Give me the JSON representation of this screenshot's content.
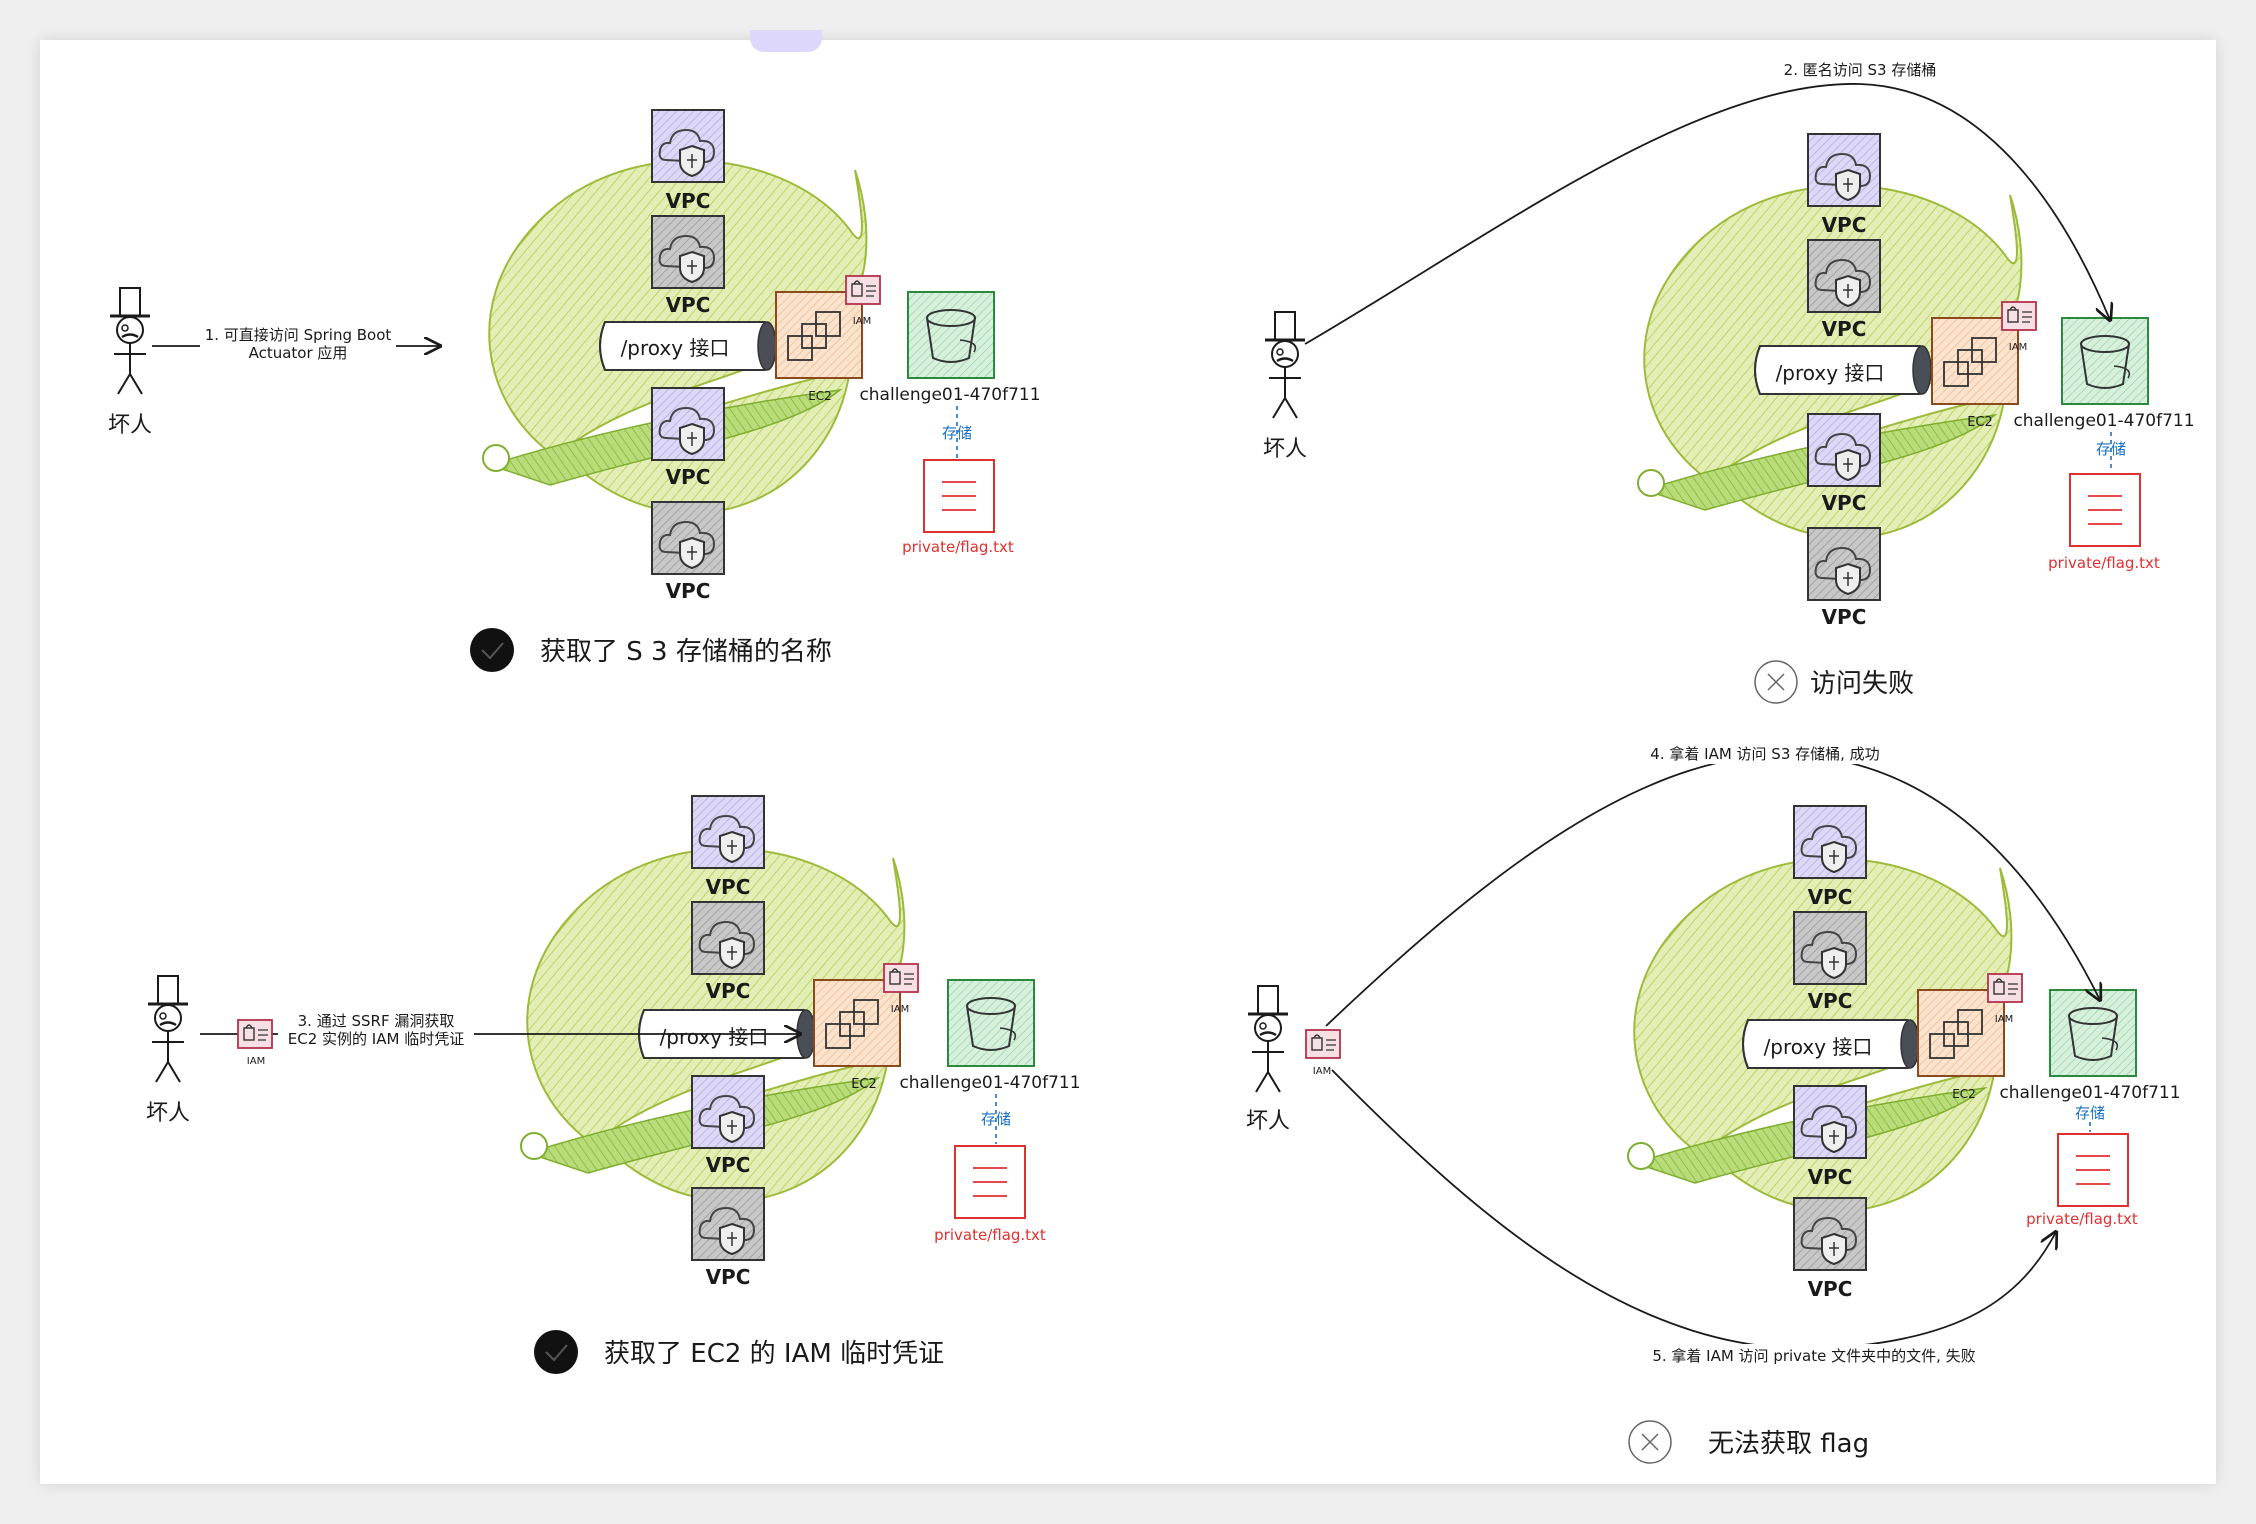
{
  "panels": [
    {
      "attacker_label": "坏人",
      "step_label_1": "1. 可直接访问 Spring Boot",
      "step_label_2": "Actuator 应用",
      "vpc_labels": [
        "VPC",
        "VPC",
        "VPC",
        "VPC"
      ],
      "proxy_label": "/proxy 接口",
      "ec2_label": "EC2",
      "iam_label": "IAM",
      "bucket_label": "challenge01-470f711",
      "storage_label": "存储",
      "file_label": "private/flag.txt",
      "result_text": "获取了 S 3 存储桶的名称",
      "result_status": "success"
    },
    {
      "attacker_label": "坏人",
      "step_label_1": "2. 匿名访问 S3 存储桶",
      "vpc_labels": [
        "VPC",
        "VPC",
        "VPC",
        "VPC"
      ],
      "proxy_label": "/proxy 接口",
      "ec2_label": "EC2",
      "iam_label": "IAM",
      "bucket_label": "challenge01-470f711",
      "storage_label": "存储",
      "file_label": "private/flag.txt",
      "result_text": "访问失败",
      "result_status": "fail"
    },
    {
      "attacker_label": "坏人",
      "step_label_1": "3. 通过 SSRF 漏洞获取",
      "step_label_2": "EC2 实例的 IAM 临时凭证",
      "vpc_labels": [
        "VPC",
        "VPC",
        "VPC",
        "VPC"
      ],
      "proxy_label": "/proxy 接口",
      "ec2_label": "EC2",
      "iam_label": "IAM",
      "carried_iam_label": "IAM",
      "bucket_label": "challenge01-470f711",
      "storage_label": "存储",
      "file_label": "private/flag.txt",
      "result_text": "获取了 EC2 的 IAM 临时凭证",
      "result_status": "success"
    },
    {
      "attacker_label": "坏人",
      "step_label_1": "4. 拿着 IAM 访问 S3 存储桶, 成功",
      "step_label_2": "5. 拿着 IAM 访问 private 文件夹中的文件, 失败",
      "vpc_labels": [
        "VPC",
        "VPC",
        "VPC",
        "VPC"
      ],
      "proxy_label": "/proxy 接口",
      "ec2_label": "EC2",
      "iam_label": "IAM",
      "carried_iam_label": "IAM",
      "bucket_label": "challenge01-470f711",
      "storage_label": "存储",
      "file_label": "private/flag.txt",
      "result_text": "无法获取 flag",
      "result_status": "fail"
    }
  ],
  "colors": {
    "swirl_fill": "#cfe08a",
    "swirl_stroke": "#9dbb3a",
    "vpc_fill": "#bdbdbd",
    "vpc_blue": "#c9c4ec",
    "ec2_fill": "#f6d2b0",
    "s3_fill": "#bfe6c8",
    "iam_stroke": "#b5314a",
    "file_red": "#e03131",
    "storage_blue": "#1971c2",
    "text": "#1a1a1a"
  },
  "icons": [
    "stickman-hat-icon",
    "cloud-shield-icon",
    "bucket-icon",
    "document-icon",
    "iam-badge-icon",
    "ec2-stack-icon",
    "check-circle-icon",
    "x-circle-icon"
  ]
}
